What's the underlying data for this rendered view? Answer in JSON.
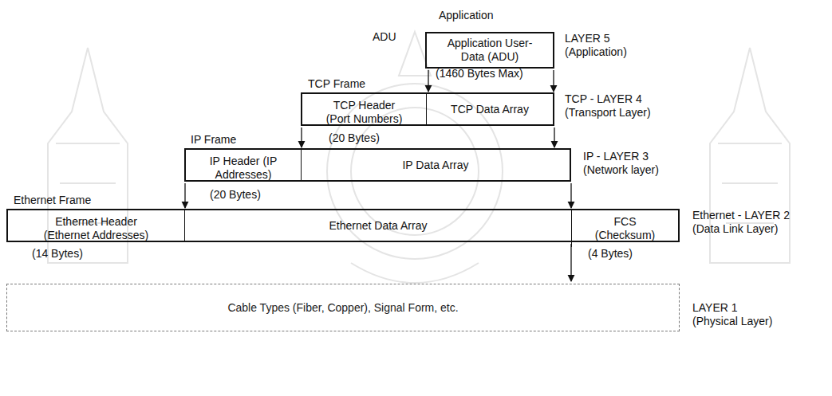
{
  "diagram": {
    "nodes": [
      {
        "text": [
          "Application",
          "Application User-Data (ADU)"
        ]
      },
      {
        "text": [
          "TCP Frame"
        ]
      },
      {
        "text": [
          "TCP Header (Port Numbers)"
        ],
        "in": 1
      },
      {
        "text": [
          "TCP Data Array"
        ],
        "in": 1
      },
      {
        "text": [
          "IP Frame"
        ]
      },
      {
        "text": [
          "IP Header (IP Addresses)"
        ],
        "in": 4
      },
      {
        "text": [
          "IP Data Array"
        ],
        "in": 4
      },
      {
        "text": [
          "Ethernet Frame"
        ]
      },
      {
        "text": [
          "Ethernet Header (Ethernet Addresses)"
        ],
        "in": 7
      },
      {
        "text": [
          "Ethernet Data Array"
        ],
        "in": 7
      },
      {
        "text": [
          "FCS (Checksum)"
        ],
        "in": 7
      },
      {
        "text": [
          "Cable Types (Fiber, Copper), Signal Form, etc."
        ]
      }
    ],
    "edges": [
      {
        "from": 0,
        "to": 3,
        "arrow": "to"
      },
      {
        "from": 0,
        "to": 3,
        "arrow": "to"
      },
      {
        "from": 1,
        "to": 6,
        "arrow": "to"
      },
      {
        "from": 1,
        "to": 6,
        "arrow": "to"
      },
      {
        "from": 4,
        "to": 9,
        "arrow": "to"
      },
      {
        "from": 4,
        "to": 9,
        "arrow": "to"
      },
      {
        "from": 7,
        "to": 11,
        "arrow": "to"
      }
    ],
    "labels": [
      "ADU",
      "(1460 Bytes Max)",
      "LAYER 5 (Application)",
      "(20 Bytes)",
      "TCP - LAYER 4 (Transport Layer)",
      "(20 Bytes)",
      "IP - LAYER 3 (Network layer)",
      "(14 Bytes)",
      "(4 Bytes)",
      "Ethernet - LAYER 2 (Data Link Layer)",
      "LAYER 1 (Physical Layer)"
    ]
  }
}
